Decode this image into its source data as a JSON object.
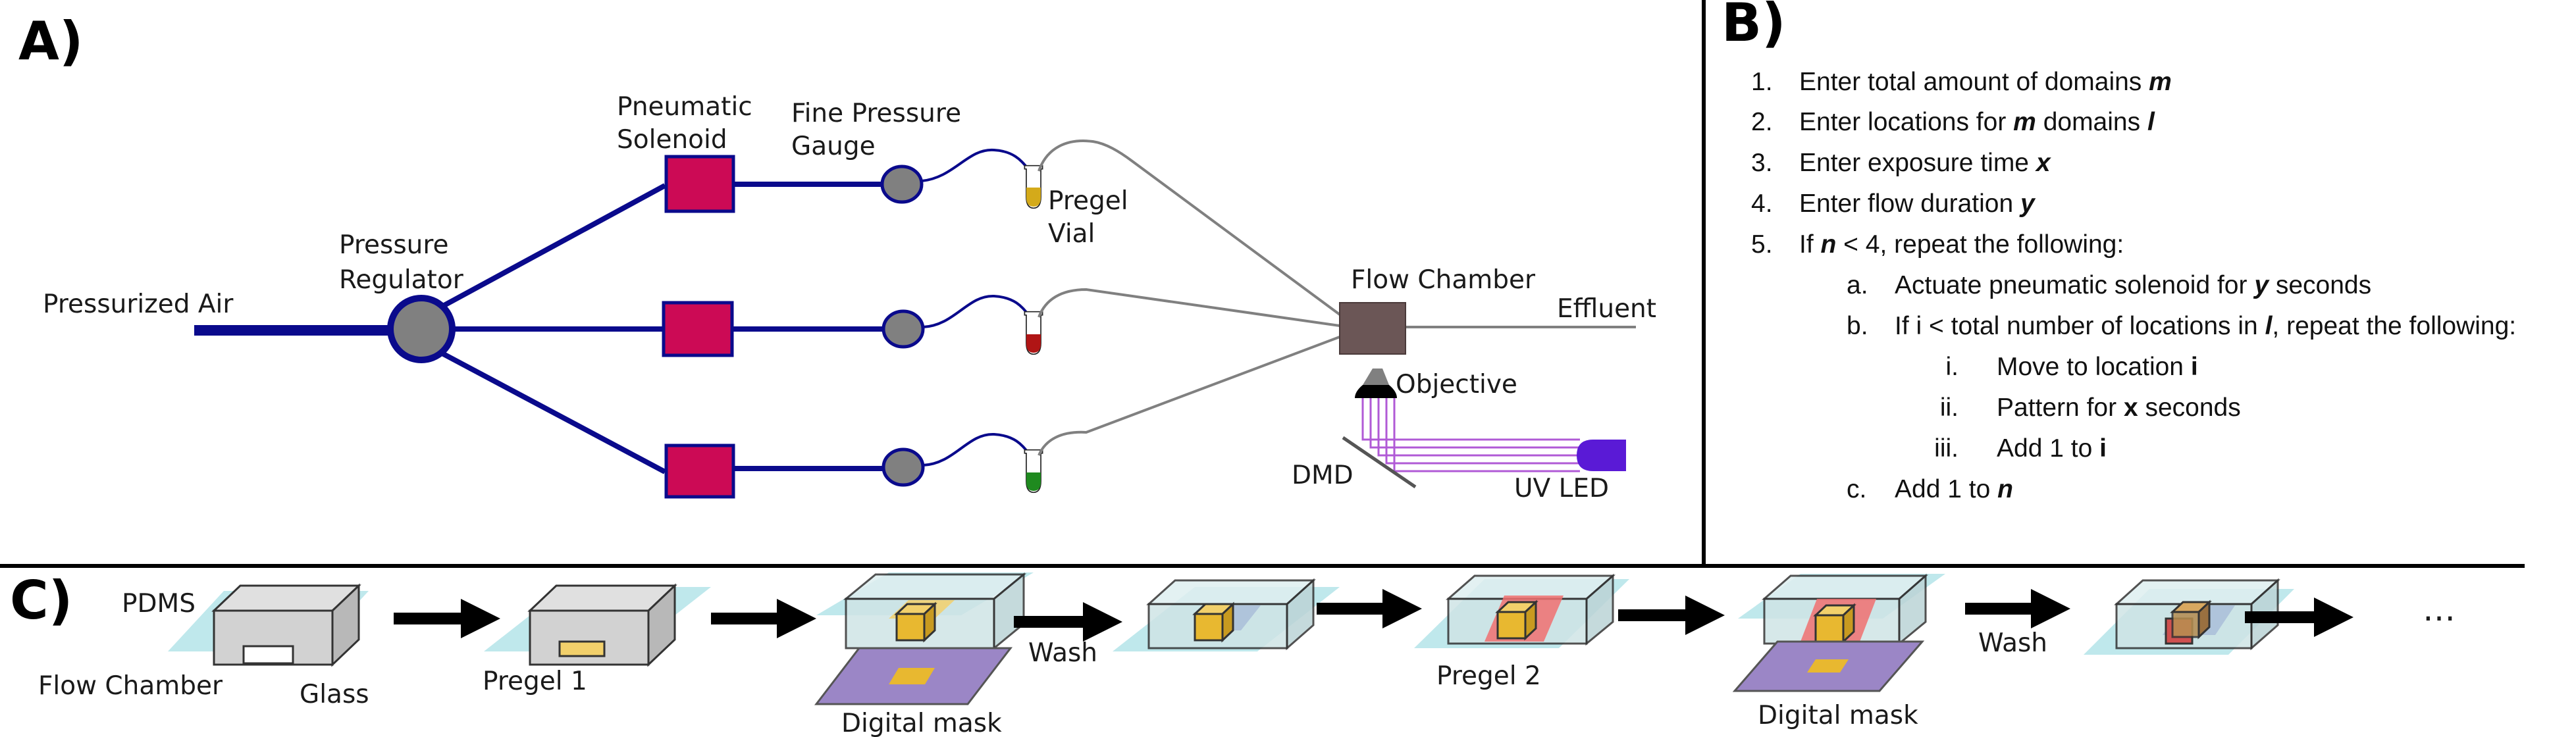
{
  "panels": {
    "a": "A)",
    "b": "B)",
    "c": "C)"
  },
  "panel_a": {
    "pressurized_air": "Pressurized Air",
    "pressure_regulator": [
      "Pressure",
      "Regulator"
    ],
    "pneumatic_solenoid": [
      "Pneumatic",
      "Solenoid"
    ],
    "fine_pressure_gauge": [
      "Fine Pressure",
      "Gauge"
    ],
    "pregel_vial": [
      "Pregel",
      "Vial"
    ],
    "flow_chamber": "Flow Chamber",
    "effluent": "Effluent",
    "objective": "Objective",
    "dmd": "DMD",
    "uv_led": "UV LED",
    "vial_colors": [
      "#d4aa1a",
      "#b01515",
      "#1f8a1f"
    ],
    "line_color": "#0a0a8c",
    "solenoid_color": "#cc0a55"
  },
  "panel_b": {
    "steps": [
      {
        "num": "1.",
        "parts": [
          {
            "t": "Enter total amount of domains "
          },
          {
            "t": "m",
            "s": "bi"
          }
        ]
      },
      {
        "num": "2.",
        "parts": [
          {
            "t": "Enter locations for "
          },
          {
            "t": "m",
            "s": "bi"
          },
          {
            "t": " domains "
          },
          {
            "t": "l",
            "s": "bi"
          }
        ]
      },
      {
        "num": "3.",
        "parts": [
          {
            "t": "Enter exposure time "
          },
          {
            "t": "x",
            "s": "bi"
          }
        ]
      },
      {
        "num": "4.",
        "parts": [
          {
            "t": "Enter flow duration "
          },
          {
            "t": "y",
            "s": "bi"
          }
        ]
      },
      {
        "num": "5.",
        "parts": [
          {
            "t": "If "
          },
          {
            "t": "n",
            "s": "bi"
          },
          {
            "t": " < 4, repeat the following:"
          }
        ]
      }
    ],
    "substeps": [
      {
        "num": "a.",
        "parts": [
          {
            "t": "Actuate pneumatic solenoid for "
          },
          {
            "t": "y",
            "s": "bi"
          },
          {
            "t": " seconds"
          }
        ]
      },
      {
        "num": "b.",
        "parts": [
          {
            "t": "If i < total number of locations in "
          },
          {
            "t": "l",
            "s": "bi"
          },
          {
            "t": ", repeat the following:"
          }
        ]
      }
    ],
    "subsubsteps": [
      {
        "num": "i.",
        "parts": [
          {
            "t": "Move to location "
          },
          {
            "t": "i",
            "s": "b"
          }
        ]
      },
      {
        "num": "ii.",
        "parts": [
          {
            "t": "Pattern for "
          },
          {
            "t": "x",
            "s": "b"
          },
          {
            "t": " seconds"
          }
        ]
      },
      {
        "num": "iii.",
        "parts": [
          {
            "t": "Add 1 to "
          },
          {
            "t": "i",
            "s": "b"
          }
        ]
      }
    ],
    "final": {
      "num": "c.",
      "parts": [
        {
          "t": "Add 1 to "
        },
        {
          "t": "n",
          "s": "bi"
        }
      ]
    }
  },
  "panel_c": {
    "pdms": "PDMS",
    "flow_chamber": "Flow Chamber",
    "glass": "Glass",
    "pregel1": "Pregel 1",
    "pregel2": "Pregel 2",
    "digital_mask_1": "Digital mask",
    "digital_mask_2": "Digital mask",
    "wash_1": "Wash",
    "wash_2": "Wash",
    "ellipsis": "…"
  }
}
